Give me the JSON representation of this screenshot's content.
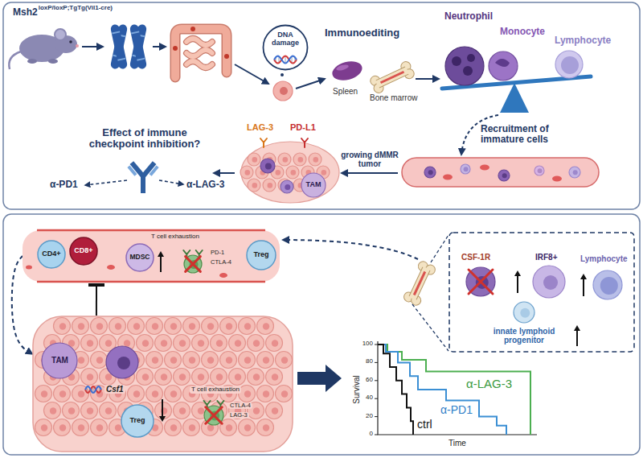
{
  "diagram": {
    "nodes": [
      {
        "text": [
          "DNA damage"
        ]
      },
      {
        "text": [
          "Recruitment of immature cells"
        ]
      },
      {
        "text": [
          "LAG-3",
          "PD-L1",
          "TAM"
        ]
      },
      {
        "text": [
          "T cell exhaustion",
          "PD-1",
          "CTLA-4"
        ]
      },
      {
        "text": [
          "CD4+"
        ],
        "in": 3
      },
      {
        "text": [
          "CD8+"
        ],
        "in": 3
      },
      {
        "text": [
          "MDSC"
        ],
        "in": 3
      },
      {
        "text": [
          "Treg"
        ],
        "in": 3
      },
      {
        "text": [
          "CSF-1R",
          "IRF8+",
          "Lymphocyte",
          "innate lymphoid progenitor"
        ]
      },
      {
        "text": [
          "TAM",
          "Csf1",
          "T cell exhaustion",
          "CTLA-4",
          "LAG-3"
        ]
      },
      {
        "text": [
          "Treg"
        ],
        "in": 9
      }
    ],
    "edges": [
      {
        "from": 1,
        "to": 2,
        "label": "growing dMMR tumor",
        "arrow": "to"
      },
      {
        "from": 3,
        "to": 9,
        "arrow": "to"
      },
      {
        "from": 9,
        "to": 3,
        "arrow": "none"
      }
    ],
    "labels": [
      "Msh2",
      "loxP/loxP;TgTg(Vil1-cre)",
      "Immunoediting",
      "Spleen",
      "Bone marrow",
      "Neutrophil",
      "Monocyte",
      "Lymphocyte",
      "Effect of immune checkpoint inhibition?",
      "α-PD1",
      "α-LAG-3",
      "100",
      "80",
      "60",
      "40",
      "20",
      "0",
      "Survival",
      "Time",
      "ctrl",
      "α-PD1",
      "α-LAG-3"
    ]
  }
}
